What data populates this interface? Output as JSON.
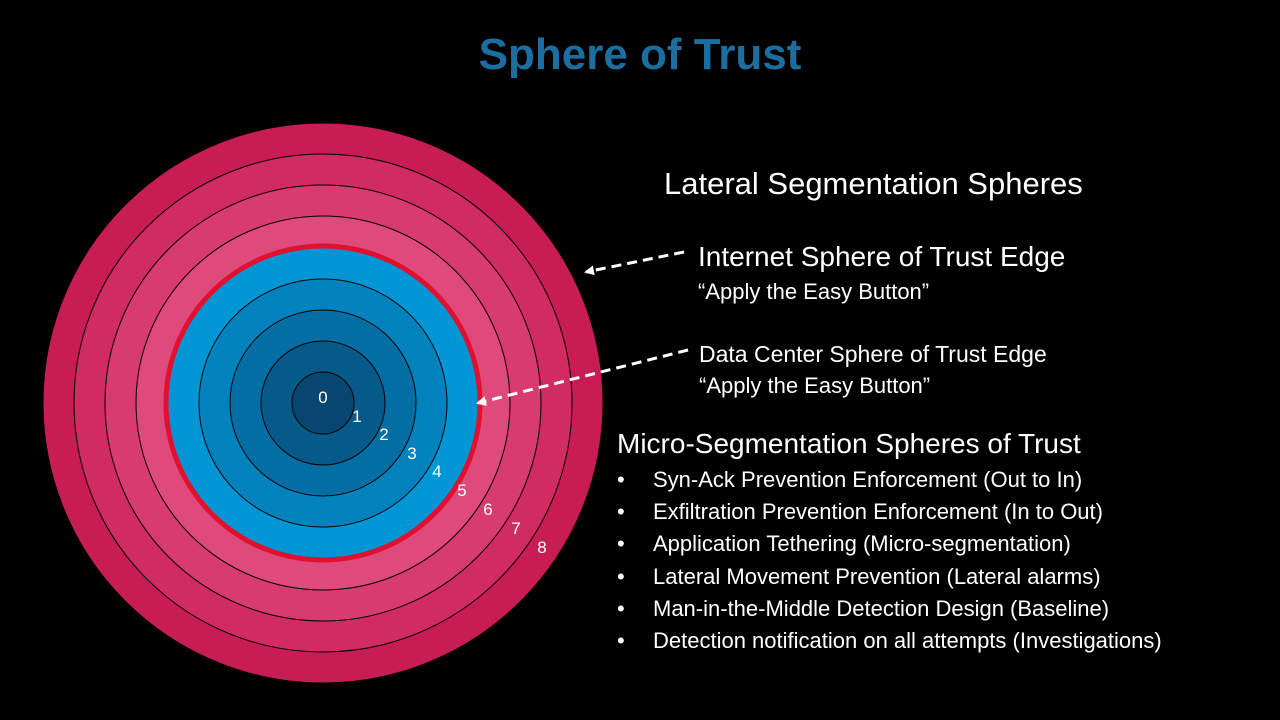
{
  "title": "Sphere of Trust",
  "colors": {
    "title": "#1b6fa0",
    "outer_ring_edge": "#c81c55",
    "outer_ring_inner": "#df4a7c",
    "inner_ring_edge": "#0096d6",
    "inner_ring_core": "#06466f",
    "boundary": "#e0102e",
    "arrow": "#ffffff"
  },
  "rings": [
    "0",
    "1",
    "2",
    "3",
    "4",
    "5",
    "6",
    "7",
    "8"
  ],
  "lateral": {
    "heading": "Lateral Segmentation Spheres",
    "internet": {
      "title": "Internet Sphere of Trust Edge",
      "subtitle": "“Apply the Easy Button”"
    },
    "data_center": {
      "title": "Data Center Sphere of Trust Edge",
      "subtitle": "“Apply the Easy Button”"
    }
  },
  "micro": {
    "heading": "Micro-Segmentation Spheres of Trust",
    "bullet": "•",
    "items": [
      "Syn-Ack Prevention Enforcement (Out to In)",
      "Exfiltration Prevention Enforcement (In to Out)",
      "Application Tethering (Micro-segmentation)",
      "Lateral Movement Prevention (Lateral alarms)",
      "Man-in-the-Middle Detection Design (Baseline)",
      "Detection notification on all attempts (Investigations)"
    ]
  }
}
